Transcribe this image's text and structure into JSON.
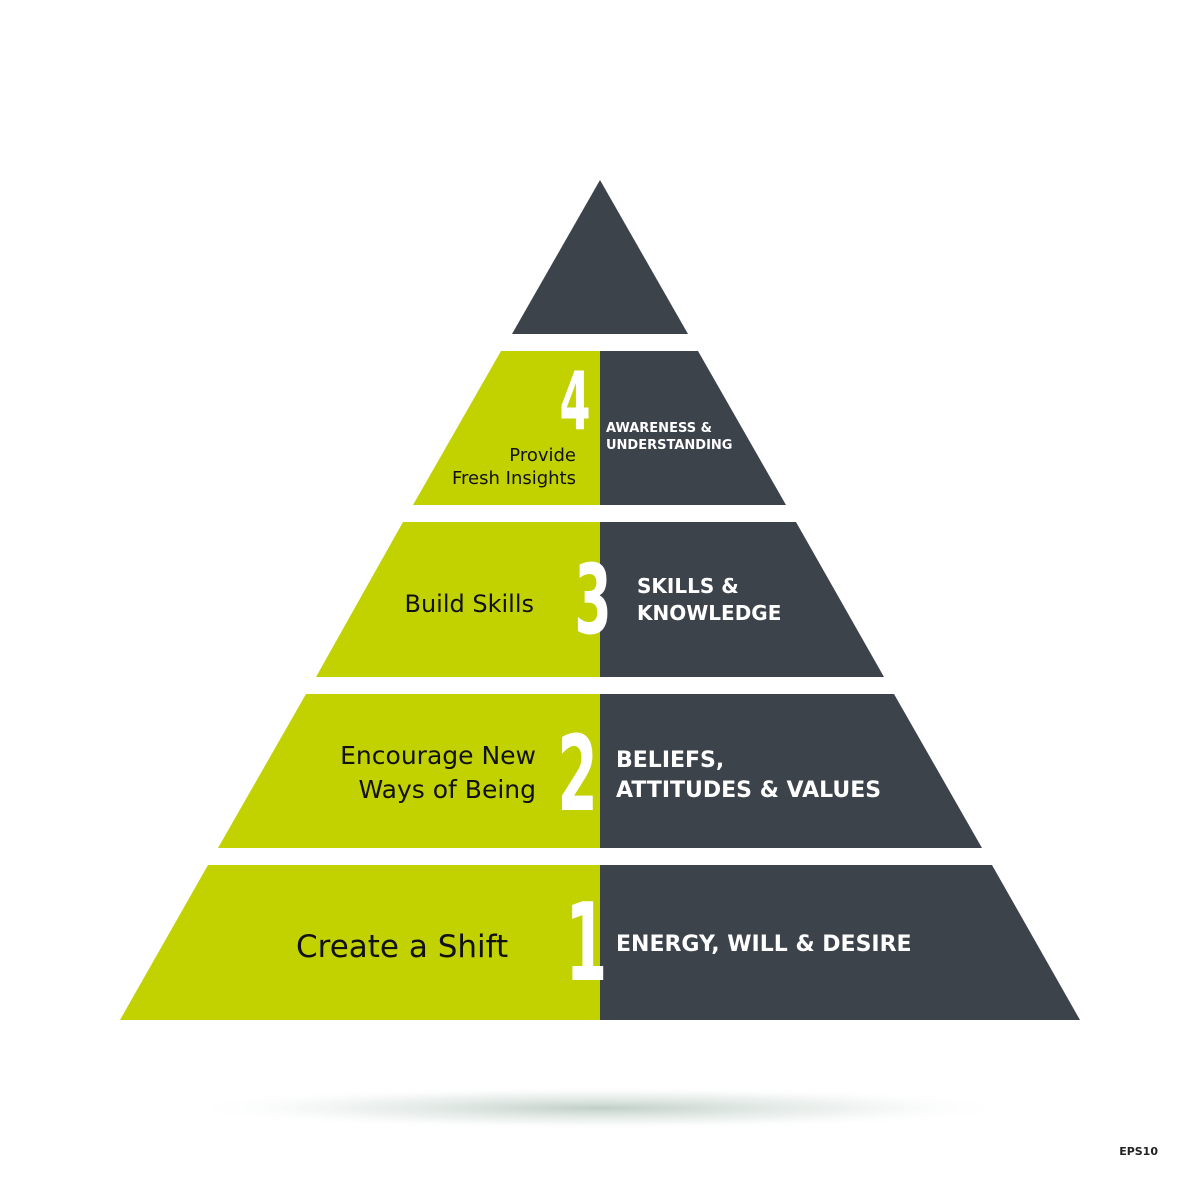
{
  "colors": {
    "green": "#c2d100",
    "dark": "#3d434b",
    "shadow": "#c9d4cf"
  },
  "levels": [
    {
      "number": "4",
      "left_label": "Provide\nFresh Insights",
      "right_label": "AWARENESS &\nUNDERSTANDING"
    },
    {
      "number": "3",
      "left_label": "Build Skills",
      "right_label": "SKILLS &\nKNOWLEDGE"
    },
    {
      "number": "2",
      "left_label": "Encourage New\nWays of Being",
      "right_label": "BELIEFS,\nATTITUDES & VALUES"
    },
    {
      "number": "1",
      "left_label": "Create a Shift",
      "right_label": "ENERGY, WILL & DESIRE"
    }
  ],
  "footer": {
    "format_label": "EPS10"
  }
}
